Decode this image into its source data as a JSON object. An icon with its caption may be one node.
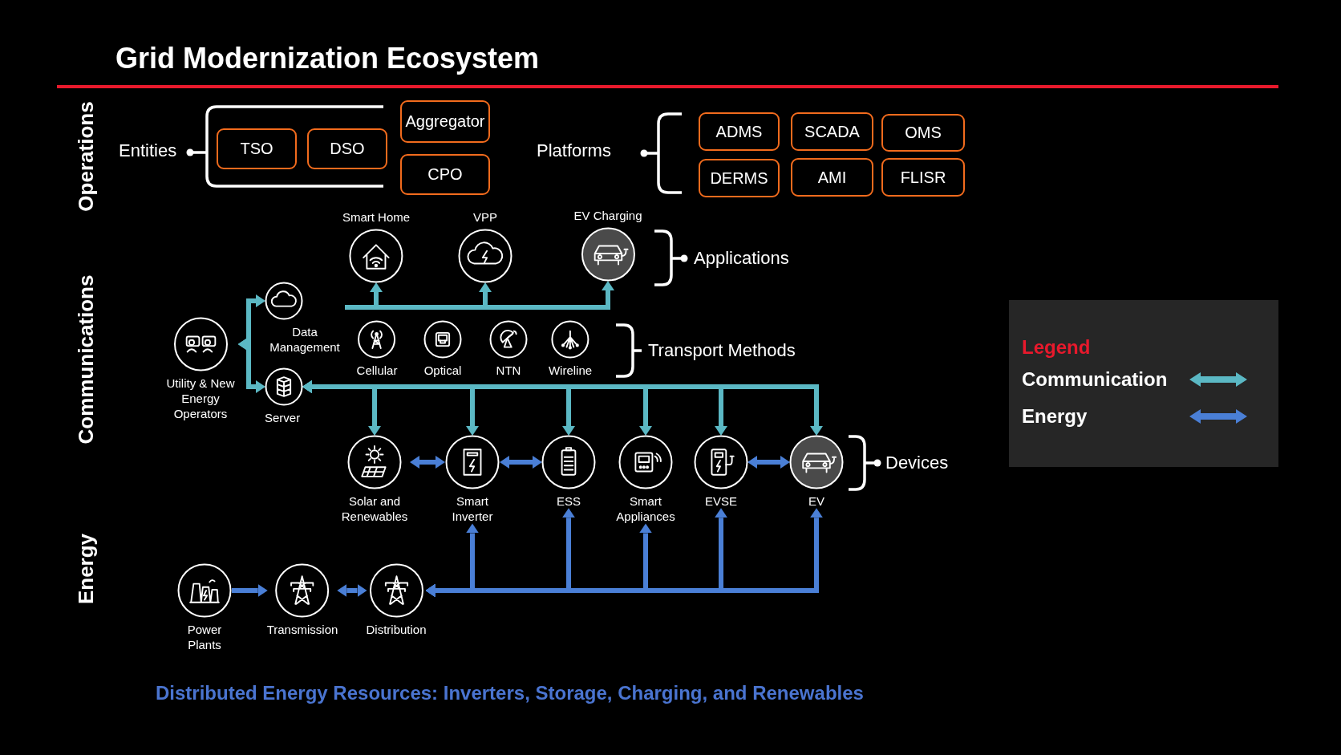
{
  "diagram": {
    "title": "Grid Modernization Ecosystem",
    "caption": "Distributed Energy Resources: Inverters, Storage, Charging, and Renewables",
    "nodes": [
      {
        "text": [
          "TSO"
        ]
      },
      {
        "text": [
          "DSO"
        ]
      },
      {
        "text": [
          "Aggregator"
        ]
      },
      {
        "text": [
          "CPO"
        ]
      },
      {
        "text": [
          "ADMS"
        ]
      },
      {
        "text": [
          "SCADA"
        ]
      },
      {
        "text": [
          "OMS"
        ]
      },
      {
        "text": [
          "DERMS"
        ]
      },
      {
        "text": [
          "AMI"
        ]
      },
      {
        "text": [
          "FLISR"
        ]
      },
      {
        "text": [
          "Smart Home"
        ]
      },
      {
        "text": [
          "VPP"
        ]
      },
      {
        "text": [
          "EV Charging"
        ]
      },
      {
        "text": [
          "Data Management"
        ]
      },
      {
        "text": [
          "Utility & New Energy Operators"
        ]
      },
      {
        "text": [
          "Cellular"
        ]
      },
      {
        "text": [
          "Optical"
        ]
      },
      {
        "text": [
          "NTN"
        ]
      },
      {
        "text": [
          "Wireline"
        ]
      },
      {
        "text": [
          "Server"
        ]
      },
      {
        "text": [
          "Solar and Renewables"
        ]
      },
      {
        "text": [
          "Smart Inverter"
        ]
      },
      {
        "text": [
          "ESS"
        ]
      },
      {
        "text": [
          "Smart Appliances"
        ]
      },
      {
        "text": [
          "EVSE"
        ]
      },
      {
        "text": [
          "EV"
        ]
      },
      {
        "text": [
          "Power Plants"
        ]
      },
      {
        "text": [
          "Transmission"
        ]
      },
      {
        "text": [
          "Distribution"
        ]
      }
    ],
    "edges": [
      {
        "from": 14,
        "to": 13,
        "arrow": "both"
      },
      {
        "from": 14,
        "to": 19,
        "arrow": "both"
      },
      {
        "from": 13,
        "to": 10,
        "arrow": "to"
      },
      {
        "from": 13,
        "to": 11,
        "arrow": "to"
      },
      {
        "from": 13,
        "to": 12,
        "arrow": "to"
      },
      {
        "from": 19,
        "to": 20,
        "arrow": "both"
      },
      {
        "from": 19,
        "to": 21,
        "arrow": "both"
      },
      {
        "from": 19,
        "to": 22,
        "arrow": "both"
      },
      {
        "from": 19,
        "to": 23,
        "arrow": "both"
      },
      {
        "from": 19,
        "to": 24,
        "arrow": "both"
      },
      {
        "from": 19,
        "to": 25,
        "arrow": "both"
      },
      {
        "from": 26,
        "to": 27,
        "arrow": "to",
        "color": "#4a7fd6"
      },
      {
        "from": 27,
        "to": 28,
        "arrow": "both",
        "color": "#4a7fd6"
      },
      {
        "from": 20,
        "to": 21,
        "arrow": "both",
        "color": "#4a7fd6"
      },
      {
        "from": 21,
        "to": 22,
        "arrow": "both",
        "color": "#4a7fd6"
      },
      {
        "from": 24,
        "to": 25,
        "arrow": "both",
        "color": "#4a7fd6"
      },
      {
        "from": 28,
        "to": 21,
        "arrow": "both",
        "color": "#4a7fd6"
      },
      {
        "from": 28,
        "to": 22,
        "arrow": "both",
        "color": "#4a7fd6"
      },
      {
        "from": 28,
        "to": 23,
        "arrow": "both",
        "color": "#4a7fd6"
      },
      {
        "from": 28,
        "to": 24,
        "arrow": "both",
        "color": "#4a7fd6"
      },
      {
        "from": 28,
        "to": 25,
        "arrow": "both",
        "color": "#4a7fd6"
      }
    ],
    "labels": [
      "Operations",
      "Entities",
      "Platforms",
      "Applications",
      "Communications",
      "Transport Methods",
      "Devices",
      "Energy",
      "Legend"
    ],
    "legend": [
      {
        "text": "Communication"
      },
      {
        "text": "Energy"
      }
    ]
  }
}
